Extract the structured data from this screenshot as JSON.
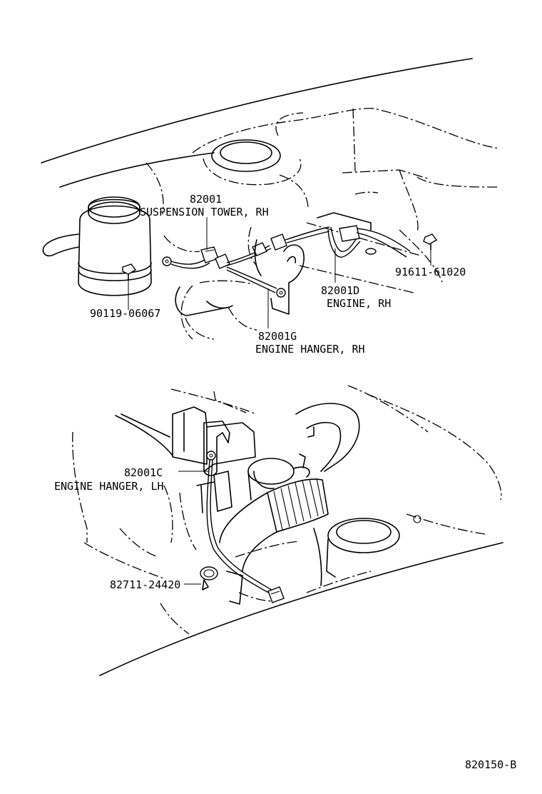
{
  "labels": {
    "p82001": "82001",
    "suspension_tower_rh": "SUSPENSION TOWER, RH",
    "p90119": "90119-06067",
    "p82001g": "82001G",
    "engine_hanger_rh": "ENGINE HANGER, RH",
    "p82001d": "82001D",
    "engine_rh": "ENGINE, RH",
    "p91611": "91611-61020",
    "p82001c": "82001C",
    "engine_hanger_lh": "ENGINE HANGER, LH",
    "p82711": "82711-24420",
    "diagram_code": "820150-B"
  }
}
